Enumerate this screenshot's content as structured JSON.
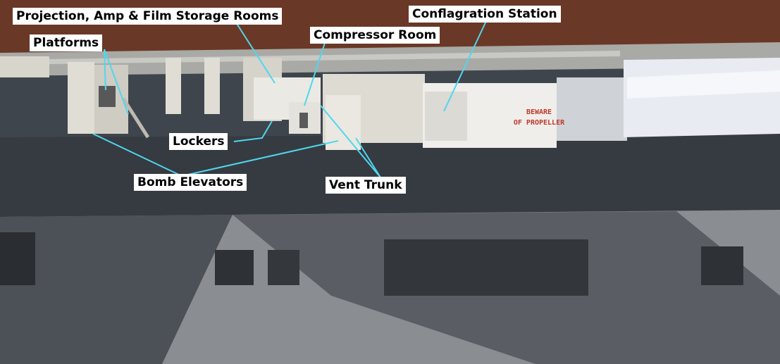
{
  "annotations": {
    "projection_rooms": "Projection, Amp & Film Storage Rooms",
    "platforms": "Platforms",
    "compressor_room": "Compressor Room",
    "conflagration_station": "Conflagration Station",
    "lockers": "Lockers",
    "bomb_elevators": "Bomb Elevators",
    "vent_trunk": "Vent Trunk"
  },
  "sign": {
    "line1": "BEWARE",
    "line2": "OF PROPELLER"
  },
  "colors": {
    "label_bg": "#ffffff",
    "leader_line": "#4fd7ee",
    "deck": "#3f454c",
    "hull": "#8a8d91",
    "model_white": "#e4e4e0",
    "sign_text": "#c0392b"
  }
}
